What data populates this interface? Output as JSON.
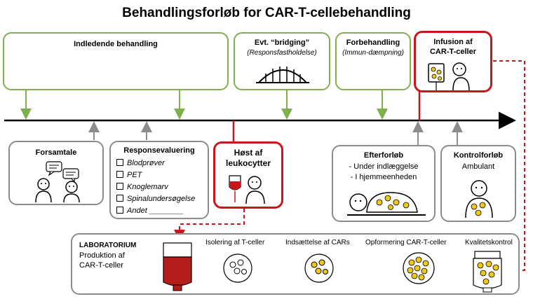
{
  "title": "Behandlingsforløb for CAR-T-cellebehandling",
  "phases": {
    "indledende": "Indledende behandling",
    "bridging": "Evt. “bridging”",
    "bridging_sub": "(Responsfastholdelse)",
    "forbehandling": "Forbehandling",
    "forbehandling_sub": "(Immun-dæmpning)",
    "infusion_line1": "Infusion af",
    "infusion_line2": "CAR-T-celler"
  },
  "steps": {
    "forsamtale": "Forsamtale",
    "responsevaluering": "Responsevaluering",
    "checklist": [
      "Blodprøver",
      "PET",
      "Knoglemarv",
      "Spinalundersøgelse",
      "Andet ________"
    ],
    "host_line1": "Høst af",
    "host_line2": "leukocytter",
    "efterforlob": "Efterforløb",
    "efterforlob_items": [
      "- Under indlæggelse",
      "- I hjemmeenheden"
    ],
    "kontrolforlob": "Kontrolforløb",
    "kontrolforlob_sub": "Ambulant"
  },
  "lab": {
    "title": "LABORATORIUM",
    "line1": "Produktion af",
    "line2": "CAR-T-celler",
    "stages": [
      "Isolering af T-celler",
      "Indsættelse af CARs",
      "Opformering CAR-T-celler",
      "Kvalitetskontrol"
    ]
  },
  "colors": {
    "green": "#7fb04d",
    "gray": "#8c8c8c",
    "red": "#c8161d",
    "yellow": "#f2c811"
  }
}
